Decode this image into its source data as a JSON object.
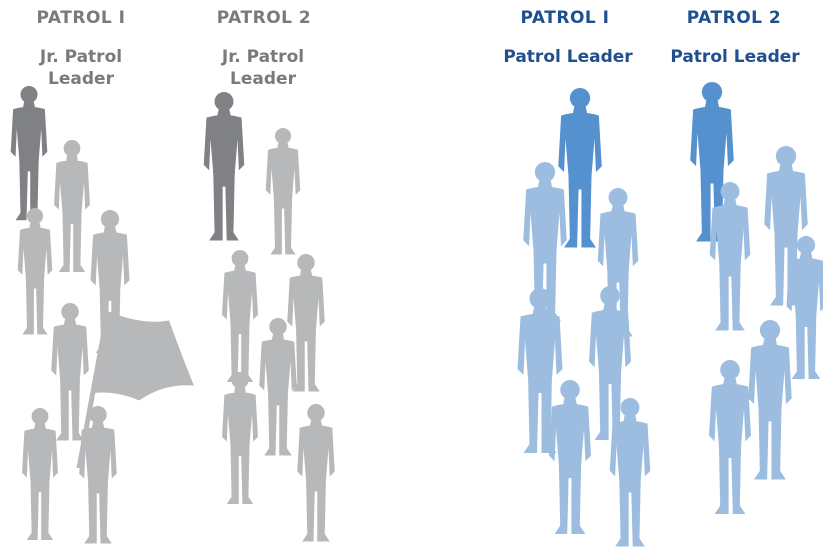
{
  "left_group": {
    "color_leader": "#808184",
    "color_member": "#b7b8ba",
    "patrols": [
      {
        "title": "PATROL I",
        "role_line1": "Jr. Patrol",
        "role_line2": "Leader"
      },
      {
        "title": "PATROL 2",
        "role_line1": "Jr. Patrol",
        "role_line2": "Leader"
      }
    ]
  },
  "right_group": {
    "color_leader": "#5590cf",
    "color_member": "#9cbddf",
    "title_color": "#1f4f8f",
    "patrols": [
      {
        "title": "PATROL I",
        "role": "Patrol Leader"
      },
      {
        "title": "PATROL 2",
        "role": "Patrol Leader"
      }
    ]
  }
}
